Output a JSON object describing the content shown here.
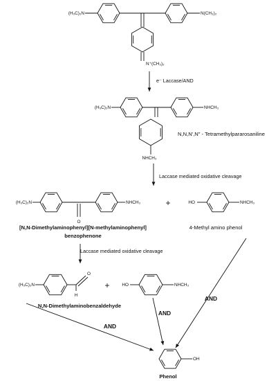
{
  "scheme": {
    "molecule1": {
      "sub_left": "(H₃C)₂N",
      "sub_right": "N(CH₃)₂",
      "sub_bottom": "N⁺(CH₃)₂"
    },
    "step1": {
      "reagent": "e⁻  Laccase/AND"
    },
    "molecule2": {
      "sub_left": "(H₃C)₂N",
      "sub_right": "NHCH₃",
      "sub_bottom": "NHCH₃",
      "name": "N,N,N′,N″ - Tetramethylpararosaniline"
    },
    "step2": {
      "reagent": "Laccase mediated oxidative cleavage"
    },
    "molecule3": {
      "sub_left": "(H₃C)₂N",
      "sub_right": "NHCH₃",
      "carbonyl_o": "O",
      "name_line1": "[N,N-Dimethylaminophenyl][N-methylaminophenyl]",
      "name_line2": "benzophenone"
    },
    "plus1": "+",
    "molecule4": {
      "sub_left": "HO",
      "sub_right": "NHCH₃",
      "name": "4-Methyl amino phenol"
    },
    "step3": {
      "reagent": "Laccase mediated oxidative cleavage"
    },
    "molecule5": {
      "sub_left": "(H₃C)₂N",
      "aldehyde_o": "O",
      "aldehyde_h": "H",
      "name": "N,N-Dimethylaminobenzaldehyde"
    },
    "plus2": "+",
    "molecule6": {
      "sub_left": "HO",
      "sub_right": "NHCH₃"
    },
    "agent_labels": {
      "a": "AND",
      "b": "AND",
      "c": "AND"
    },
    "molecule7": {
      "sub_right": "OH",
      "name": "Phenol"
    }
  }
}
